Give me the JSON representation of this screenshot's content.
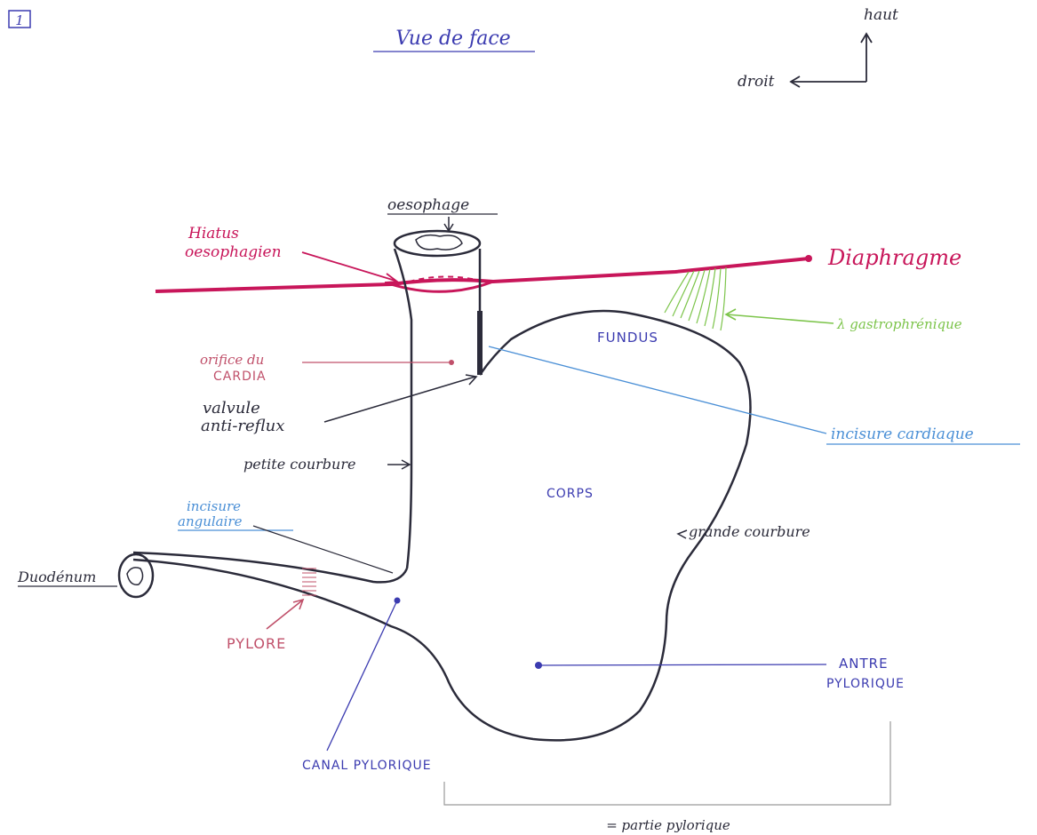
{
  "page": {
    "number_box": "1",
    "title": "Vue de face"
  },
  "orientation": {
    "up": "haut",
    "right": "droit"
  },
  "colors": {
    "ink": "#2b2b3a",
    "diaphragm": "#c8165a",
    "blue": "#3b3bb0",
    "light_blue": "#4a8fd6",
    "green": "#7cc44a",
    "pink": "#c0506a",
    "gray_bracket": "#9a9a9a"
  },
  "labels": {
    "oesophage": "oesophage",
    "hiatus_1": "Hiatus",
    "hiatus_2": "oesophagien",
    "diaphragme": "Diaphragme",
    "ligament": "λ gastrophrénique",
    "fundus": "FUNDUS",
    "orifice_1": "orifice du",
    "orifice_2": "CARDIA",
    "valvule_1": "valvule",
    "valvule_2": "anti-reflux",
    "incisure_cardiaque": "incisure cardiaque",
    "petite_courbure": "petite courbure",
    "corps": "CORPS",
    "incisure_angulaire_1": "incisure",
    "incisure_angulaire_2": "angulaire",
    "grande_courbure": "grande courbure",
    "duodenum": "Duodénum",
    "pylore": "PYLORE",
    "antre_1": "ANTRE",
    "antre_2": "PYLORIQUE",
    "canal": "CANAL PYLORIQUE",
    "partie": "= partie pylorique"
  }
}
